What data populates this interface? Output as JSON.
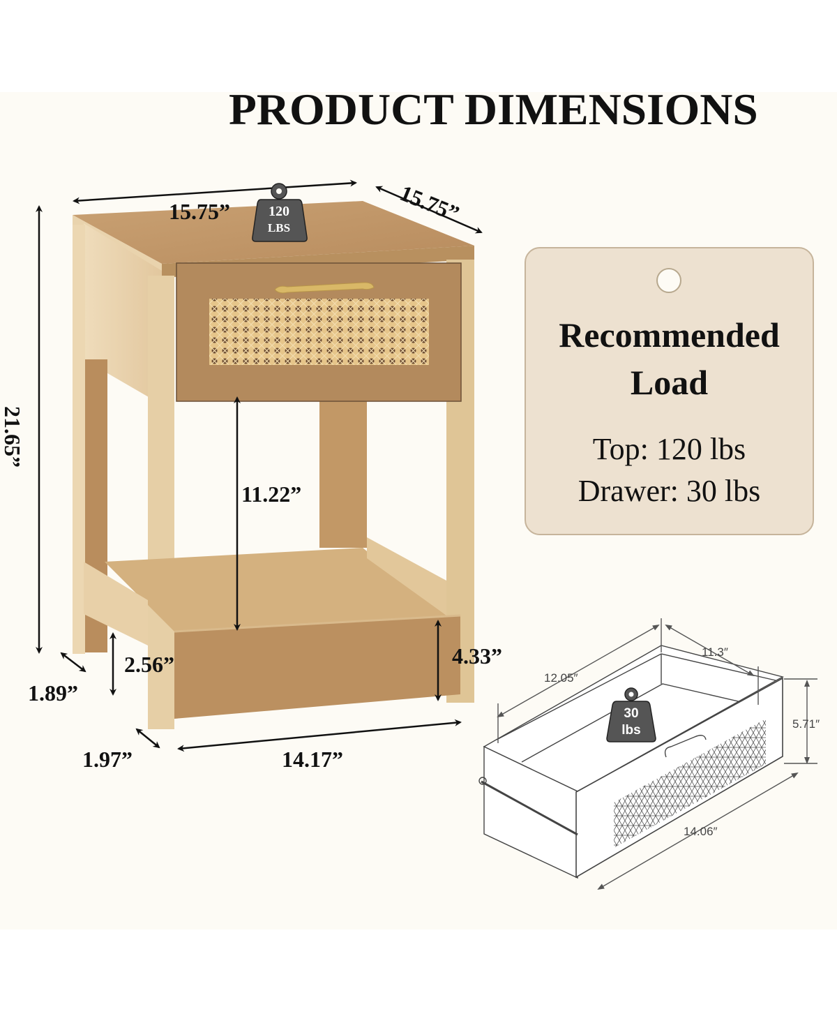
{
  "header": {
    "title": "PRODUCT DIMENSIONS"
  },
  "nightstand": {
    "top_width": "15.75”",
    "top_depth": "15.75”",
    "height": "21.65”",
    "shelf_clearance": "11.22”",
    "leg_clearance": "2.56”",
    "base_height": "4.33”",
    "side_offset": "1.89”",
    "front_offset": "1.97”",
    "base_width": "14.17”",
    "top_weight_icon": {
      "icon": "weight-icon",
      "value": "120",
      "unit": "LBS"
    }
  },
  "load_tag": {
    "title_line1": "Recommended",
    "title_line2": "Load",
    "top_load": "Top: 120 lbs",
    "drawer_load": "Drawer: 30 lbs"
  },
  "drawer": {
    "length": "12.05″",
    "inner_width": "11.3″",
    "height": "5.71″",
    "front_width": "14.06″",
    "weight_icon": {
      "icon": "weight-icon",
      "value": "30",
      "unit": "lbs"
    }
  },
  "colors": {
    "background": "#fdfbf5",
    "wood_light": "#e8cfa6",
    "wood_mid": "#c9a172",
    "wood_dark": "#a97e4f",
    "rattan": "#e6c58a",
    "tag_fill": "#ede1d0",
    "weight_fill": "#555555"
  }
}
